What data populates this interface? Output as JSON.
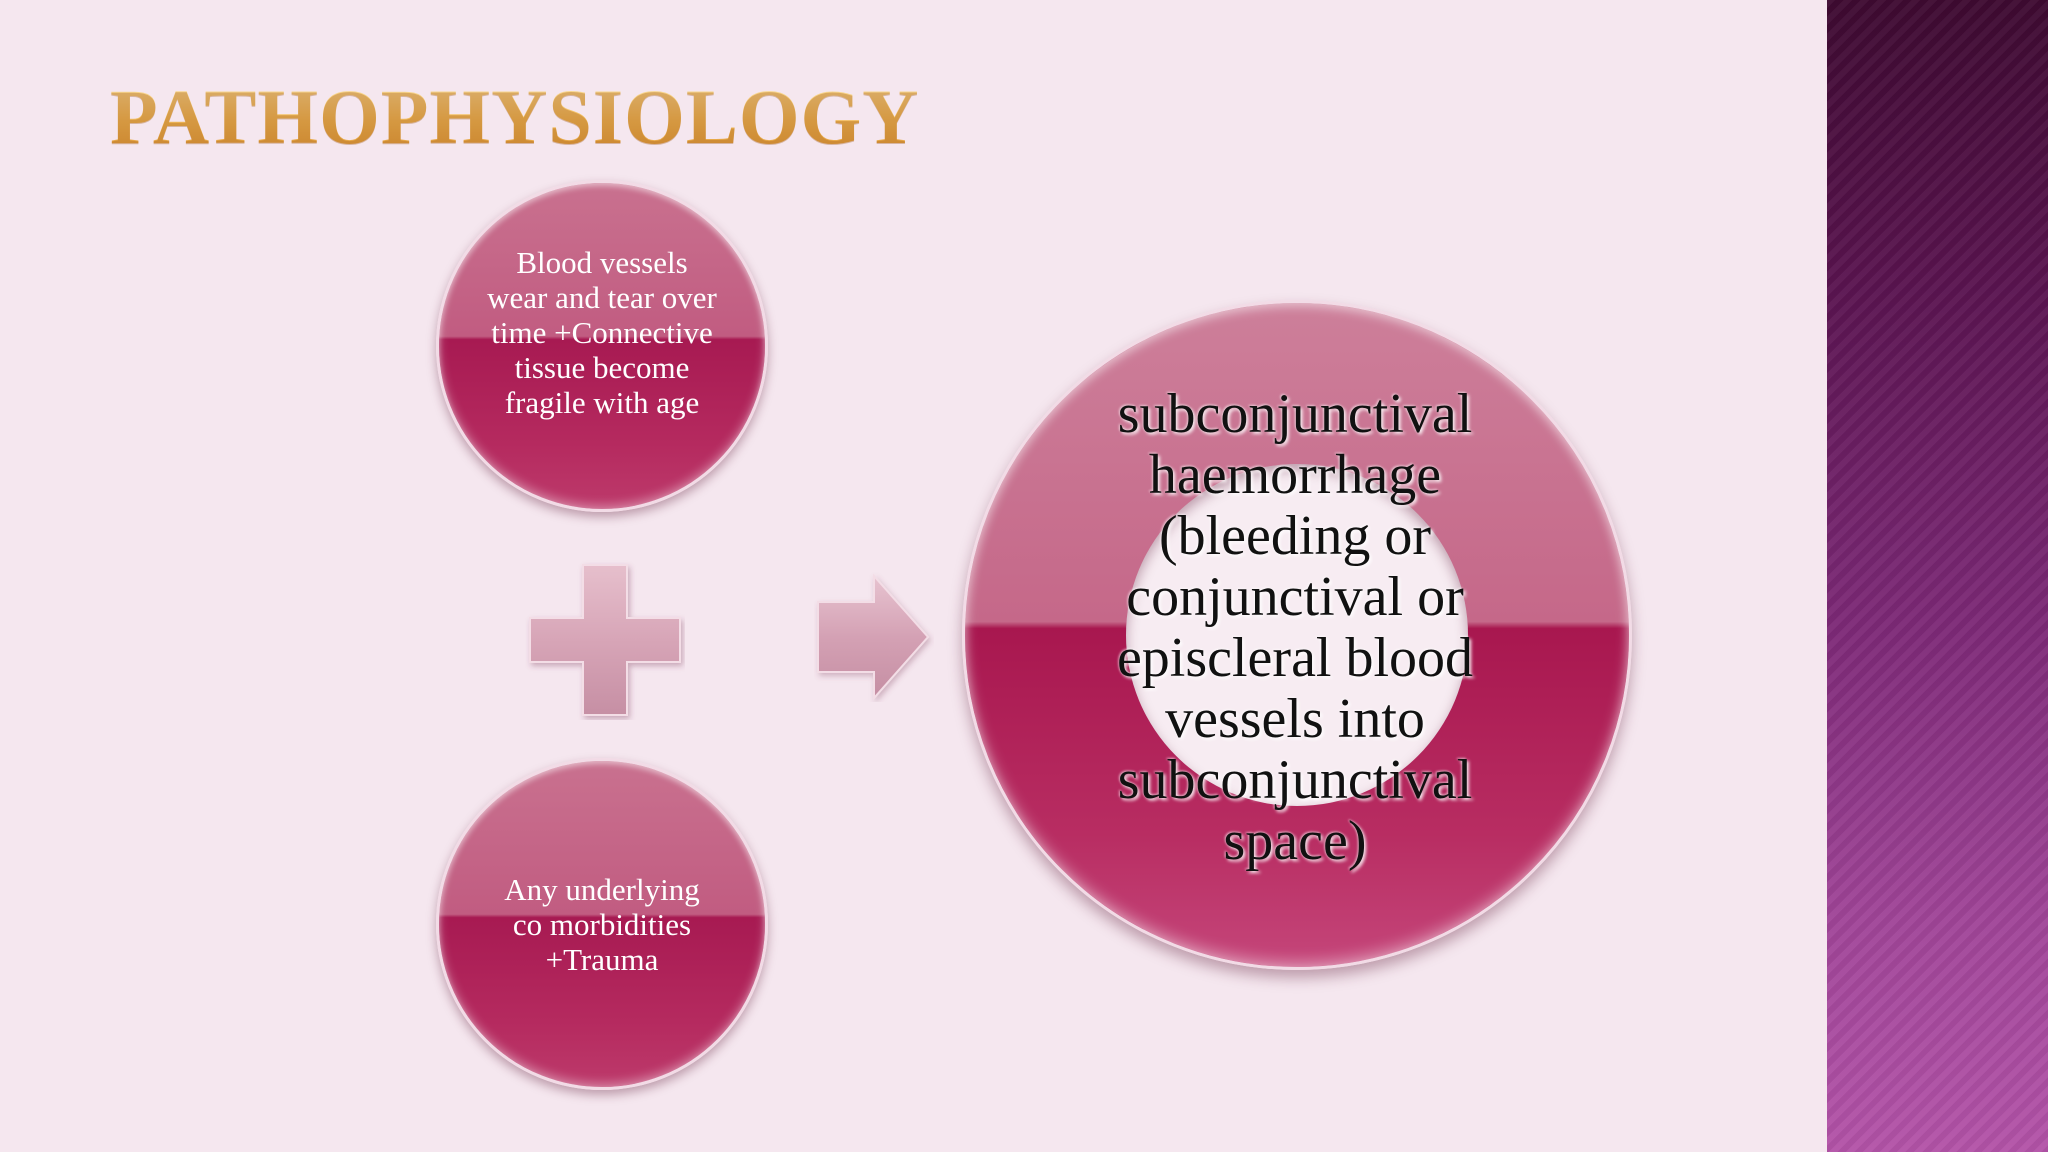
{
  "slide": {
    "title": "PATHOPHYSIOLOGY",
    "colors": {
      "background": "#f5e7ef",
      "bubble": "#b52a5f",
      "title_gold": "#f2bb5a",
      "side_panel": "#7e2a78"
    }
  },
  "diagram": {
    "top_bubble": "Blood vessels wear and tear over time +Connective tissue become fragile with age",
    "bottom_bubble": "Any underlying co morbidities +Trauma",
    "operator_icon": "plus-icon",
    "connector_icon": "arrow-right-icon",
    "result": "subconjunctival haemorrhage (bleeding or conjunctival or episcleral blood vessels into subconjunctival space)"
  }
}
